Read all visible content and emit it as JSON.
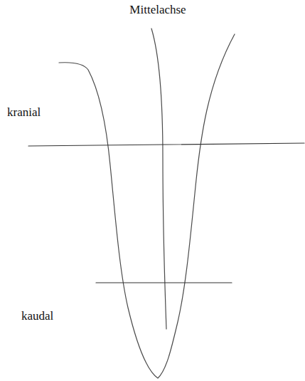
{
  "diagram": {
    "labels": [
      "Mittelachse",
      "kranial",
      "kaudal"
    ]
  }
}
